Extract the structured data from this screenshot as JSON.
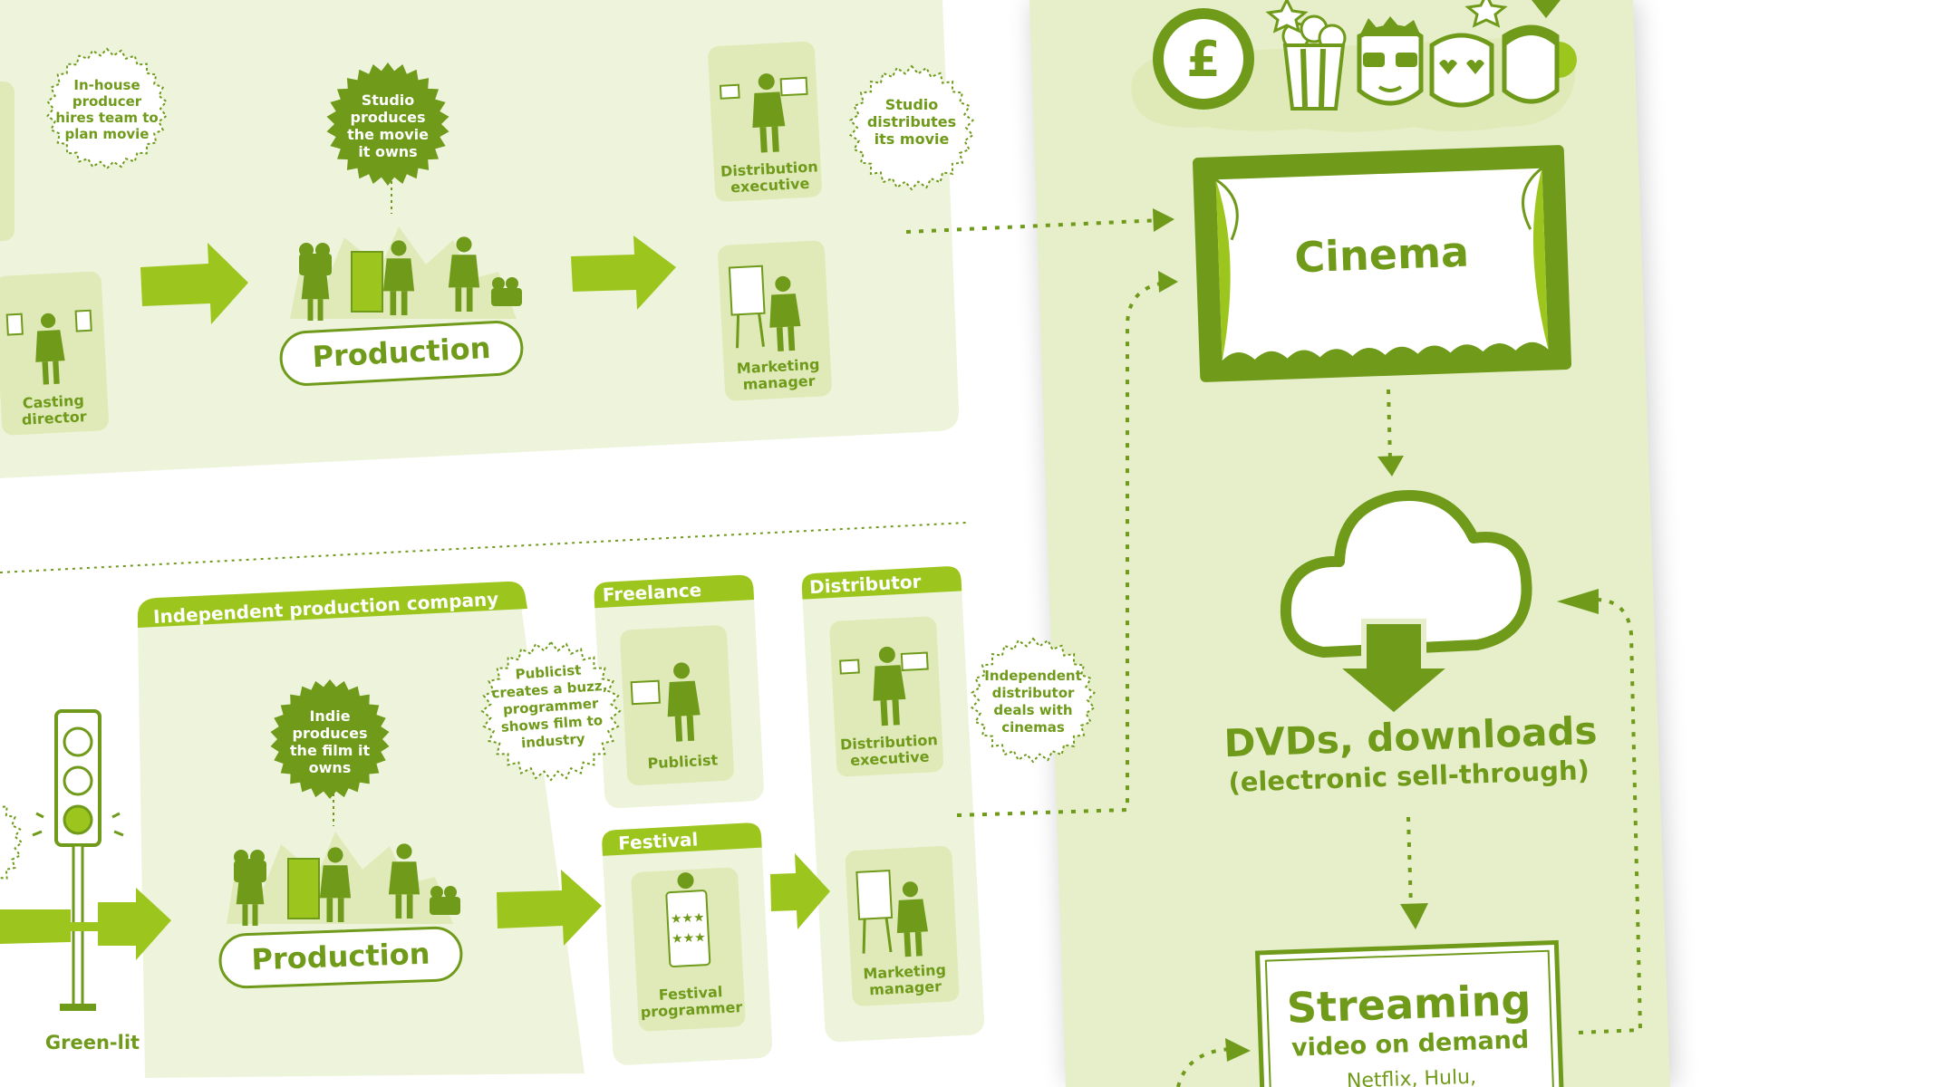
{
  "colors": {
    "dark": "#6f9a1a",
    "bright": "#9cc61d",
    "panel": "#eef4dc",
    "card": "#dfeab8",
    "right_panel": "#e6efc9",
    "white": "#ffffff"
  },
  "top": {
    "badge_inhouse": [
      "In-house",
      "producer",
      "hires team to",
      "plan movie"
    ],
    "badge_studio": [
      "Studio",
      "produces",
      "the movie",
      "it owns"
    ],
    "badge_distributes": [
      "Studio",
      "distributes",
      "its movie"
    ],
    "casting_director": [
      "Casting",
      "director"
    ],
    "production_label": "Production",
    "distribution_executive": [
      "Distribution",
      "executive"
    ],
    "marketing_manager": [
      "Marketing",
      "manager"
    ]
  },
  "bottom": {
    "indie_company_tab": "Independent production company",
    "freelance_tab": "Freelance",
    "festival_tab": "Festival",
    "distributor_tab": "Distributor",
    "badge_indie": [
      "Indie",
      "produces",
      "the film it",
      "owns"
    ],
    "badge_publicist": [
      "Publicist",
      "creates a buzz,",
      "programmer",
      "shows film to",
      "industry"
    ],
    "badge_independent": [
      "Independent",
      "distributor",
      "deals with",
      "cinemas"
    ],
    "production_label": "Production",
    "publicist": "Publicist",
    "festival_programmer": [
      "Festival",
      "programmer"
    ],
    "distribution_executive": [
      "Distribution",
      "executive"
    ],
    "marketing_manager": [
      "Marketing",
      "manager"
    ],
    "green_lit": "Green-lit"
  },
  "right": {
    "currency_symbol": "£",
    "cinema": "Cinema",
    "dvds_title": "DVDs, downloads",
    "dvds_sub": "(electronic sell-through)",
    "streaming_title": "Streaming",
    "streaming_sub": "video on demand",
    "streaming_services": "Netflix, Hulu,"
  }
}
